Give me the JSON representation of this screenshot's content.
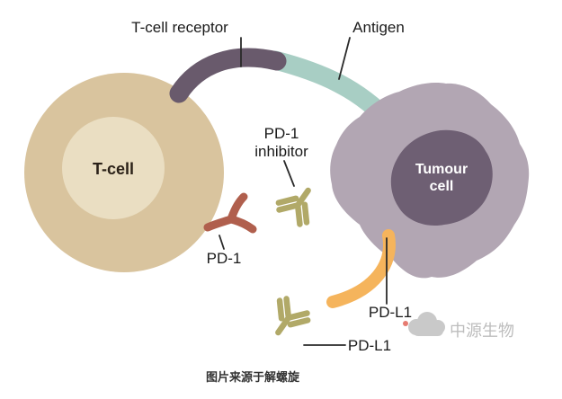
{
  "diagram": {
    "labels": {
      "t_cell_receptor": "T-cell receptor",
      "antigen": "Antigen",
      "pd1_inhibitor_line1": "PD-1",
      "pd1_inhibitor_line2": "inhibitor",
      "t_cell": "T-cell",
      "tumour_line1": "Tumour",
      "tumour_line2": "cell",
      "pd1": "PD-1",
      "pdl1_membrane": "PD-L1",
      "pdl1_bottom": "PD-L1"
    },
    "colors": {
      "t_cell_body": "#d9c49e",
      "t_cell_nucleus": "#eadec2",
      "t_cell_text": "#2b2118",
      "tumour_body": "#b2a6b3",
      "tumour_core": "#6e5f73",
      "tumour_text": "#ffffff",
      "receptor": "#695a6c",
      "antigen": "#a8cec4",
      "pd1": "#b05f4d",
      "pdl1": "#f5b45c",
      "inhibitor": "#b1a968",
      "label_text": "#1a1a1a",
      "pointer_line": "#2a2a2a"
    }
  },
  "watermark": {
    "text": "中源生物",
    "color": "#bdbdbd",
    "icon_color": "#c9c9c9",
    "dot_color": "#e05a4e"
  },
  "caption": {
    "text": "图片来源于解螺旋",
    "color": "#333333"
  }
}
